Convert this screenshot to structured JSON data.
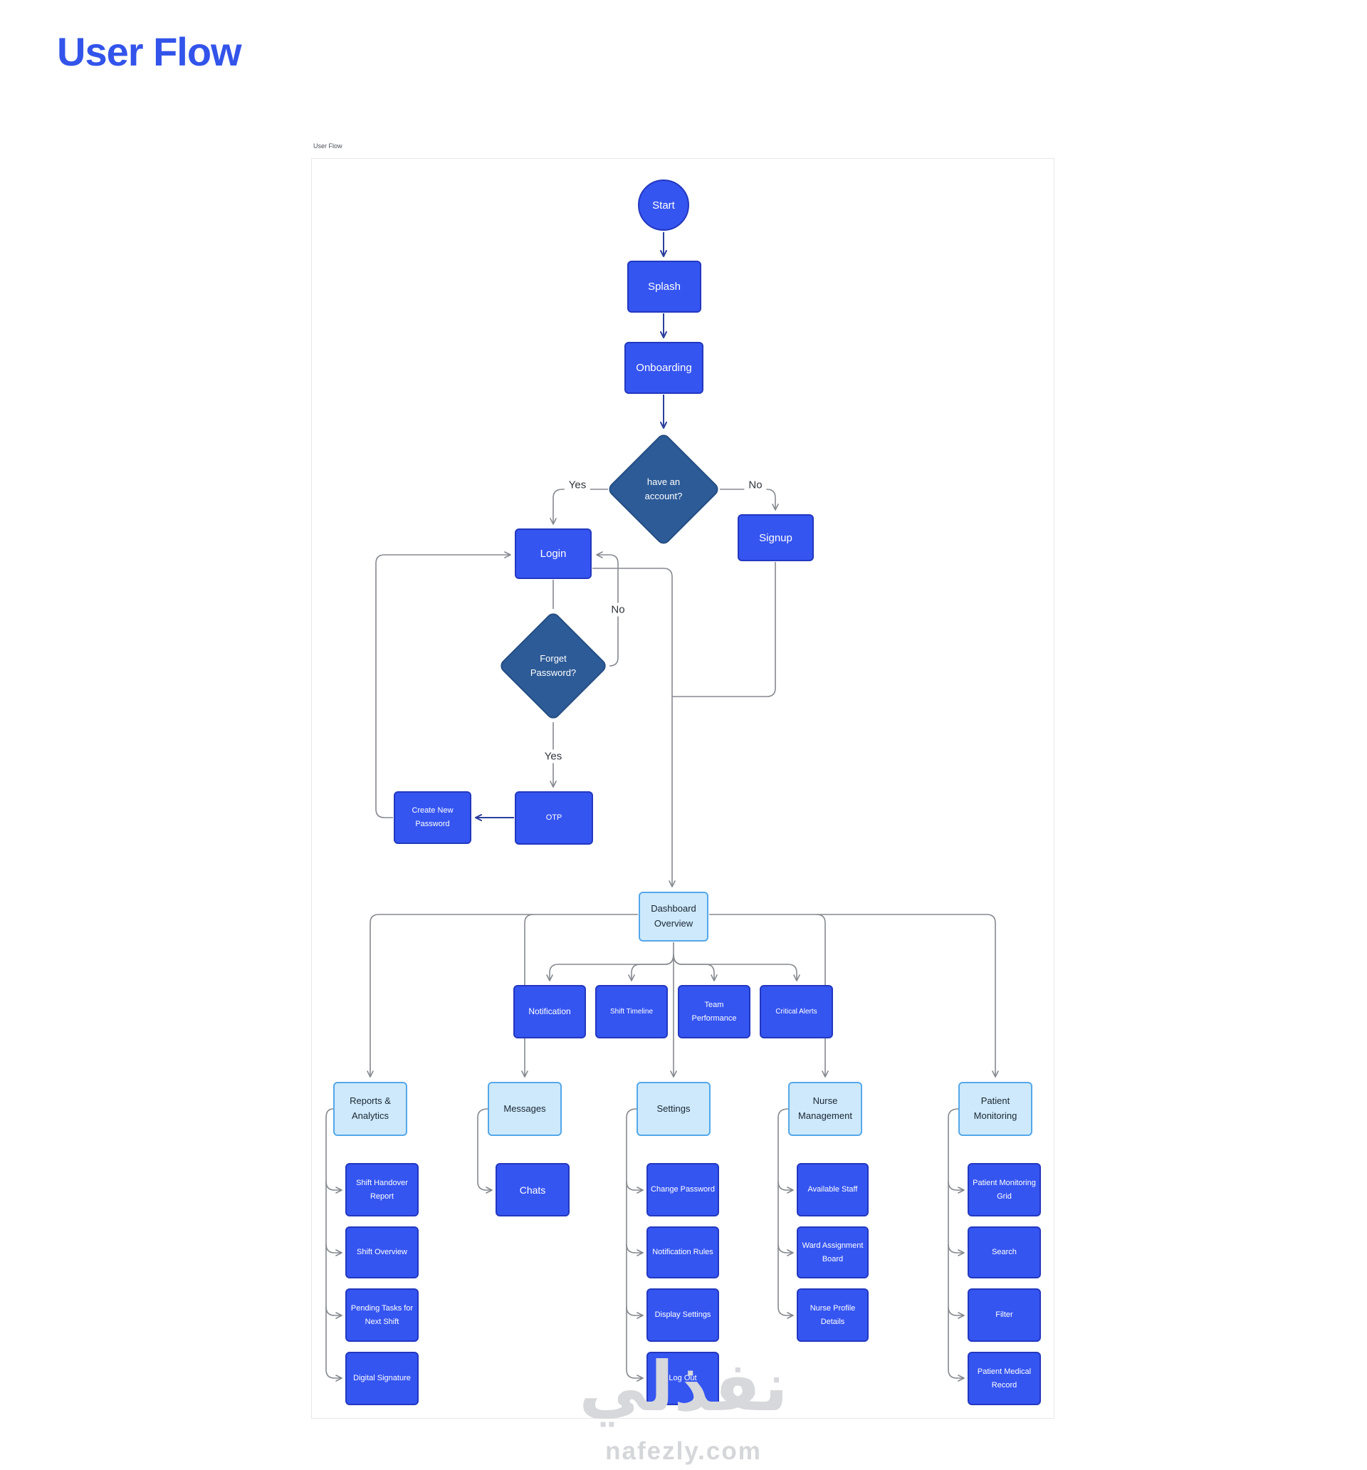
{
  "header": {
    "title": "User Flow"
  },
  "canvas": {
    "label": "User Flow"
  },
  "edge_labels": {
    "account_yes": "Yes",
    "account_no": "No",
    "forget_no": "No",
    "forget_yes": "Yes"
  },
  "nodes": {
    "start": "Start",
    "splash": "Splash",
    "onboarding": "Onboarding",
    "have_account": "have an account?",
    "login": "Login",
    "signup": "Signup",
    "forget_password": "Forget Password?",
    "otp": "OTP",
    "create_new_password": "Create New Password",
    "dashboard": "Dashboard Overview",
    "notification": "Notification",
    "shift_timeline": "Shift Timeline",
    "team_performance": "Team Performance",
    "critical_alerts": "Critical Alerts",
    "reports_analytics": "Reports & Analytics",
    "messages": "Messages",
    "settings": "Settings",
    "nurse_management": "Nurse Management",
    "patient_monitoring": "Patient Monitoring",
    "shift_handover_report": "Shift Handover Report",
    "shift_overview": "Shift Overview",
    "pending_tasks": "Pending Tasks for Next Shift",
    "digital_signature": "Digital Signature",
    "chats": "Chats",
    "change_password": "Change Password",
    "notification_rules": "Notification Rules",
    "display_settings": "Display Settings",
    "log_out": "Log Out",
    "available_staff": "Available Staff",
    "ward_assignment_board": "Ward Assignment Board",
    "nurse_profile_details": "Nurse Profile Details",
    "patient_monitoring_grid": "Patient Monitoring Grid",
    "search": "Search",
    "filter": "Filter",
    "patient_medical_record": "Patient Medical Record"
  },
  "watermark": {
    "logo_text": "نفذلي",
    "site_text": "nafezly.com"
  },
  "colors": {
    "primary_blue": "#3555F1",
    "primary_blue_border": "#2338BF",
    "diamond_blue": "#2D5B97",
    "light_blue_fill": "#CDE9FB",
    "light_blue_border": "#55A8EA",
    "connector_gray": "#85898F",
    "connector_navy": "#2C3F9D",
    "title_blue": "#3354EA",
    "watermark_gray": "#D6D8DB"
  }
}
